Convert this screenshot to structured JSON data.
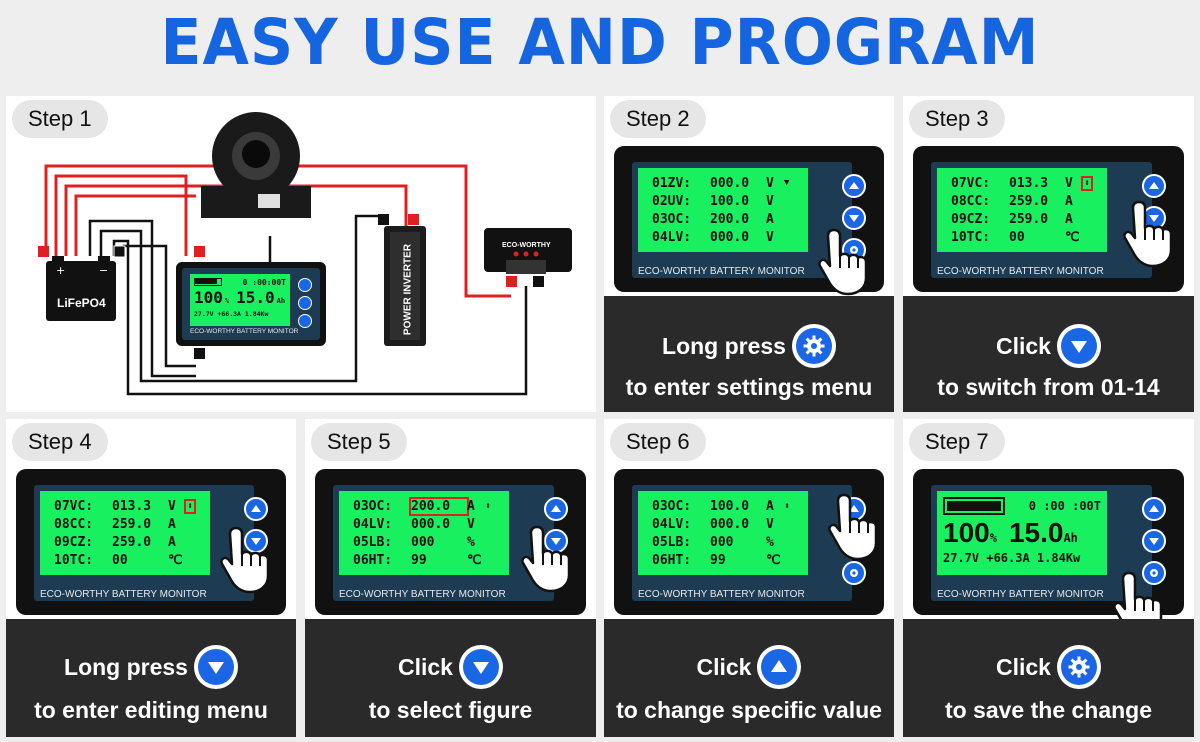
{
  "title": "EASY USE AND PROGRAM",
  "steps": {
    "s1": "Step 1",
    "s2": "Step 2",
    "s3": "Step 3",
    "s4": "Step 4",
    "s5": "Step 5",
    "s6": "Step 6",
    "s7": "Step 7"
  },
  "diagram": {
    "battery_label": "LiFePO4",
    "inverter_label": "POWER INVERTER",
    "controller_brand": "ECO-WORTHY",
    "mini_soc": "100",
    "mini_soc_unit": "%",
    "mini_ah": "15.0",
    "mini_ah_unit": "Ah",
    "mini_time": "0 :00:00T",
    "mini_line3": "27.7V +66.3A 1.84Kw"
  },
  "monitor_brand": "ECO-WORTHY BATTERY MONITOR",
  "screens": {
    "s2": [
      [
        "01ZV:",
        "000.0",
        "V"
      ],
      [
        "02UV:",
        "100.0",
        "V"
      ],
      [
        "03OC:",
        "200.0",
        "A"
      ],
      [
        "04LV:",
        "000.0",
        "V"
      ]
    ],
    "s3": [
      [
        "07VC:",
        "013.3",
        "V"
      ],
      [
        "08CC:",
        "259.0",
        "A"
      ],
      [
        "09CZ:",
        "259.0",
        "A"
      ],
      [
        "10TC:",
        "00",
        "℃"
      ]
    ],
    "s4": [
      [
        "07VC:",
        "013.3",
        "V"
      ],
      [
        "08CC:",
        "259.0",
        "A"
      ],
      [
        "09CZ:",
        "259.0",
        "A"
      ],
      [
        "10TC:",
        "00",
        "℃"
      ]
    ],
    "s5": [
      [
        "03OC:",
        "200.0",
        "A"
      ],
      [
        "04LV:",
        "000.0",
        "V"
      ],
      [
        "05LB:",
        "000",
        "%"
      ],
      [
        "06HT:",
        "99",
        "℃"
      ]
    ],
    "s6": [
      [
        "03OC:",
        "100.0",
        "A"
      ],
      [
        "04LV:",
        "000.0",
        "V"
      ],
      [
        "05LB:",
        "000",
        "%"
      ],
      [
        "06HT:",
        "99",
        "℃"
      ]
    ],
    "s7": {
      "time": "0 :00 :00T",
      "soc": "100",
      "soc_unit": "%",
      "ah": "15.0",
      "ah_unit": "Ah",
      "line3": "27.7V +66.3A 1.84Kw"
    }
  },
  "instructions": {
    "s2": {
      "action": "Long press",
      "detail": "to enter settings menu",
      "icon": "gear-icon"
    },
    "s3": {
      "action": "Click",
      "detail": "to switch from 01-14",
      "icon": "down-arrow-icon"
    },
    "s4": {
      "action": "Long press",
      "detail": "to enter editing menu",
      "icon": "down-arrow-icon"
    },
    "s5": {
      "action": "Click",
      "detail": "to select figure",
      "icon": "down-arrow-icon"
    },
    "s6": {
      "action": "Click",
      "detail": "to change specific value",
      "icon": "up-arrow-icon"
    },
    "s7": {
      "action": "Click",
      "detail": "to save the change",
      "icon": "gear-icon"
    }
  },
  "colors": {
    "title_blue": "#1565e0",
    "button_blue": "#1b66e4",
    "lcd_green": "#18f060",
    "dark_panel": "#2a2a2a",
    "wire_red": "#e02020"
  }
}
